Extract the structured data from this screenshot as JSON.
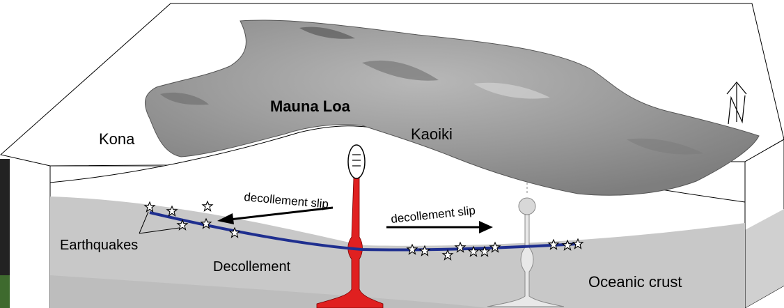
{
  "labels": {
    "mauna_loa": "Mauna Loa",
    "kona": "Kona",
    "kaoiki": "Kaoiki",
    "slip_left": "decollement slip",
    "slip_right": "decollement slip",
    "earthquakes": "Earthquakes",
    "decollement": "Decollement",
    "oceanic_crust": "Oceanic crust"
  },
  "north_arrow": {
    "icon": "north-arrow-icon",
    "letter": "N"
  },
  "colors": {
    "decollement": "#1f2f8f",
    "magma": "#e02020",
    "crust": "#c8c8c8",
    "terrain": "#9a9a9a"
  }
}
